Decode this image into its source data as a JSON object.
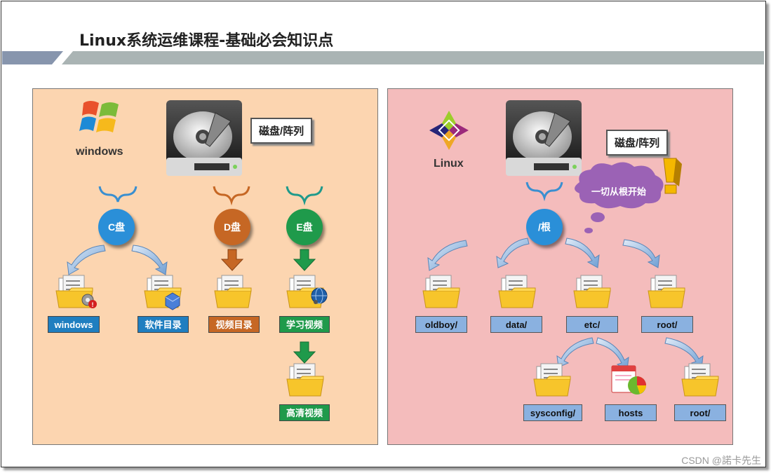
{
  "title": "Linux系统运维课程-基础必会知识点",
  "watermark": "CSDN @諾卡先生",
  "colors": {
    "left_panel": "#fcd5b0",
    "right_panel": "#f4bcbc",
    "blue_node": "#2a8fd8",
    "orange_node": "#c66724",
    "green_node": "#1f9a4b",
    "tag_light_blue": "#8ab1e0",
    "cloud": "#9b62b5"
  },
  "windows_panel": {
    "os_name": "windows",
    "disk_label": "磁盘/阵列",
    "drives": [
      {
        "label": "C盘"
      },
      {
        "label": "D盘"
      },
      {
        "label": "E盘"
      }
    ],
    "folders": {
      "windows": "windows",
      "software": "软件目录",
      "video": "视频目录",
      "study_video": "学习视频",
      "hd_video": "高清视频"
    }
  },
  "linux_panel": {
    "os_name": "Linux",
    "disk_label": "磁盘/阵列",
    "cloud_text": "一切从根开始",
    "root": "/根",
    "folders": {
      "oldboy": "oldboy/",
      "data": "data/",
      "etc": "etc/",
      "root": "root/",
      "sysconfig": "sysconfig/",
      "hosts": "hosts",
      "root_sub": "root/"
    }
  },
  "icons": [
    "windows-logo-icon",
    "centos-logo-icon",
    "hard-disk-icon",
    "folder-icon",
    "gear-icon",
    "cube-icon",
    "globe-icon",
    "document-chart-icon",
    "exclamation-icon",
    "thought-cloud-icon"
  ]
}
